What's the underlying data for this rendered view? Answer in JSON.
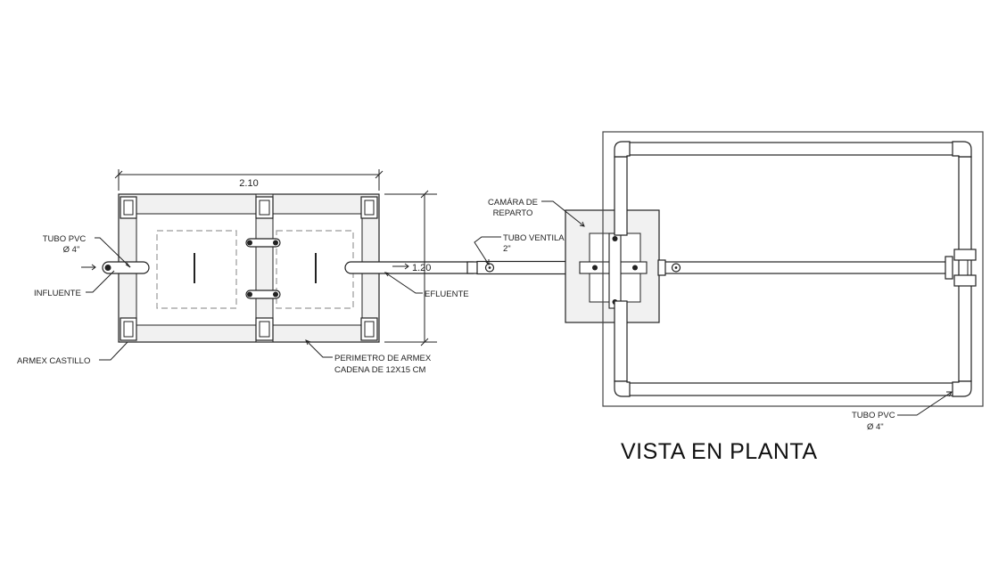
{
  "labels": {
    "tubo_pvc_left": "TUBO PVC",
    "tubo_pvc_left_diam": "Ø 4\"",
    "influente": "INFLUENTE",
    "armex_castillo": "ARMEX CASTILLO",
    "perimetro_1": "PERIMETRO DE ARMEX",
    "perimetro_2": "CADENA DE 12X15 CM",
    "efluente": "EFLUENTE",
    "camara_1": "CAMÁRA DE",
    "camara_2": "REPARTO",
    "tubo_ventila": "TUBO VENTILA",
    "tubo_ventila_diam": "2\"",
    "tubo_pvc_right": "TUBO PVC",
    "tubo_pvc_right_diam": "Ø 4\""
  },
  "dimensions": {
    "width": "2.10",
    "depth": "1.20"
  },
  "title": "VISTA EN PLANTA"
}
